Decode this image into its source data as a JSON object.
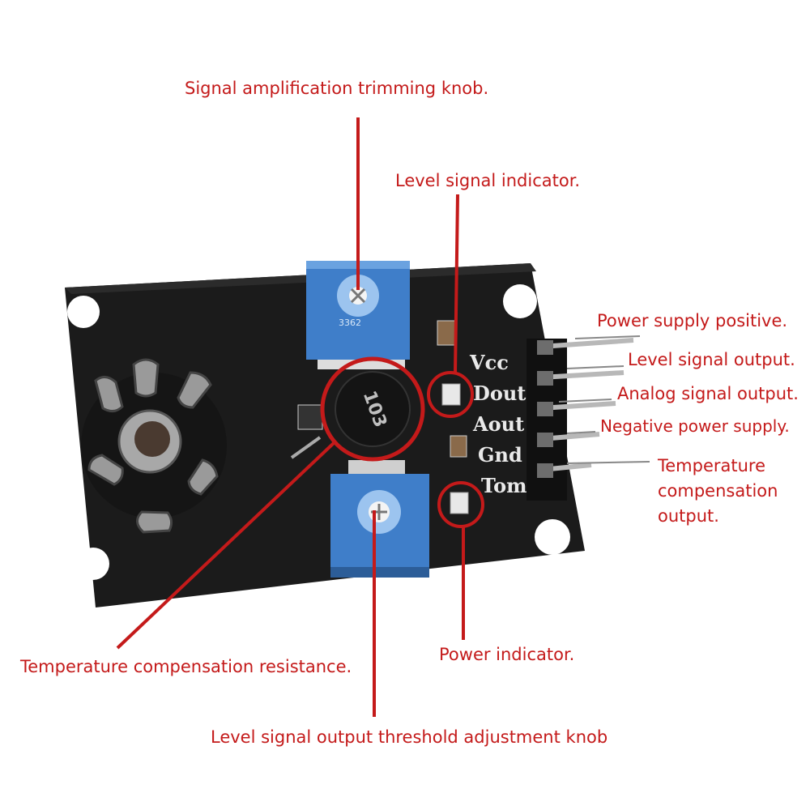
{
  "colors": {
    "annotation": "#c41a1a",
    "board": "#1b1b1b",
    "potentiometer": "#3f7ec9",
    "pin_label": "#e9e9e9"
  },
  "annotations": {
    "amplification_knob": "Signal amplification trimming knob.",
    "level_indicator": "Level signal indicator.",
    "power_positive": "Power supply positive.",
    "level_output": "Level signal output.",
    "analog_output": "Analog signal output.",
    "negative_power": "Negative power supply.",
    "temp_comp_output": "Temperature compensation output.",
    "power_indicator": "Power indicator.",
    "temp_comp_resistance": "Temperature compensation resistance.",
    "threshold_knob": "Level signal output threshold adjustment knob"
  },
  "board": {
    "pins": [
      "Vcc",
      "Dout",
      "Aout",
      "Gnd",
      "Tom"
    ],
    "trimmer_marking": "3362",
    "thermistor_marking": "103"
  }
}
